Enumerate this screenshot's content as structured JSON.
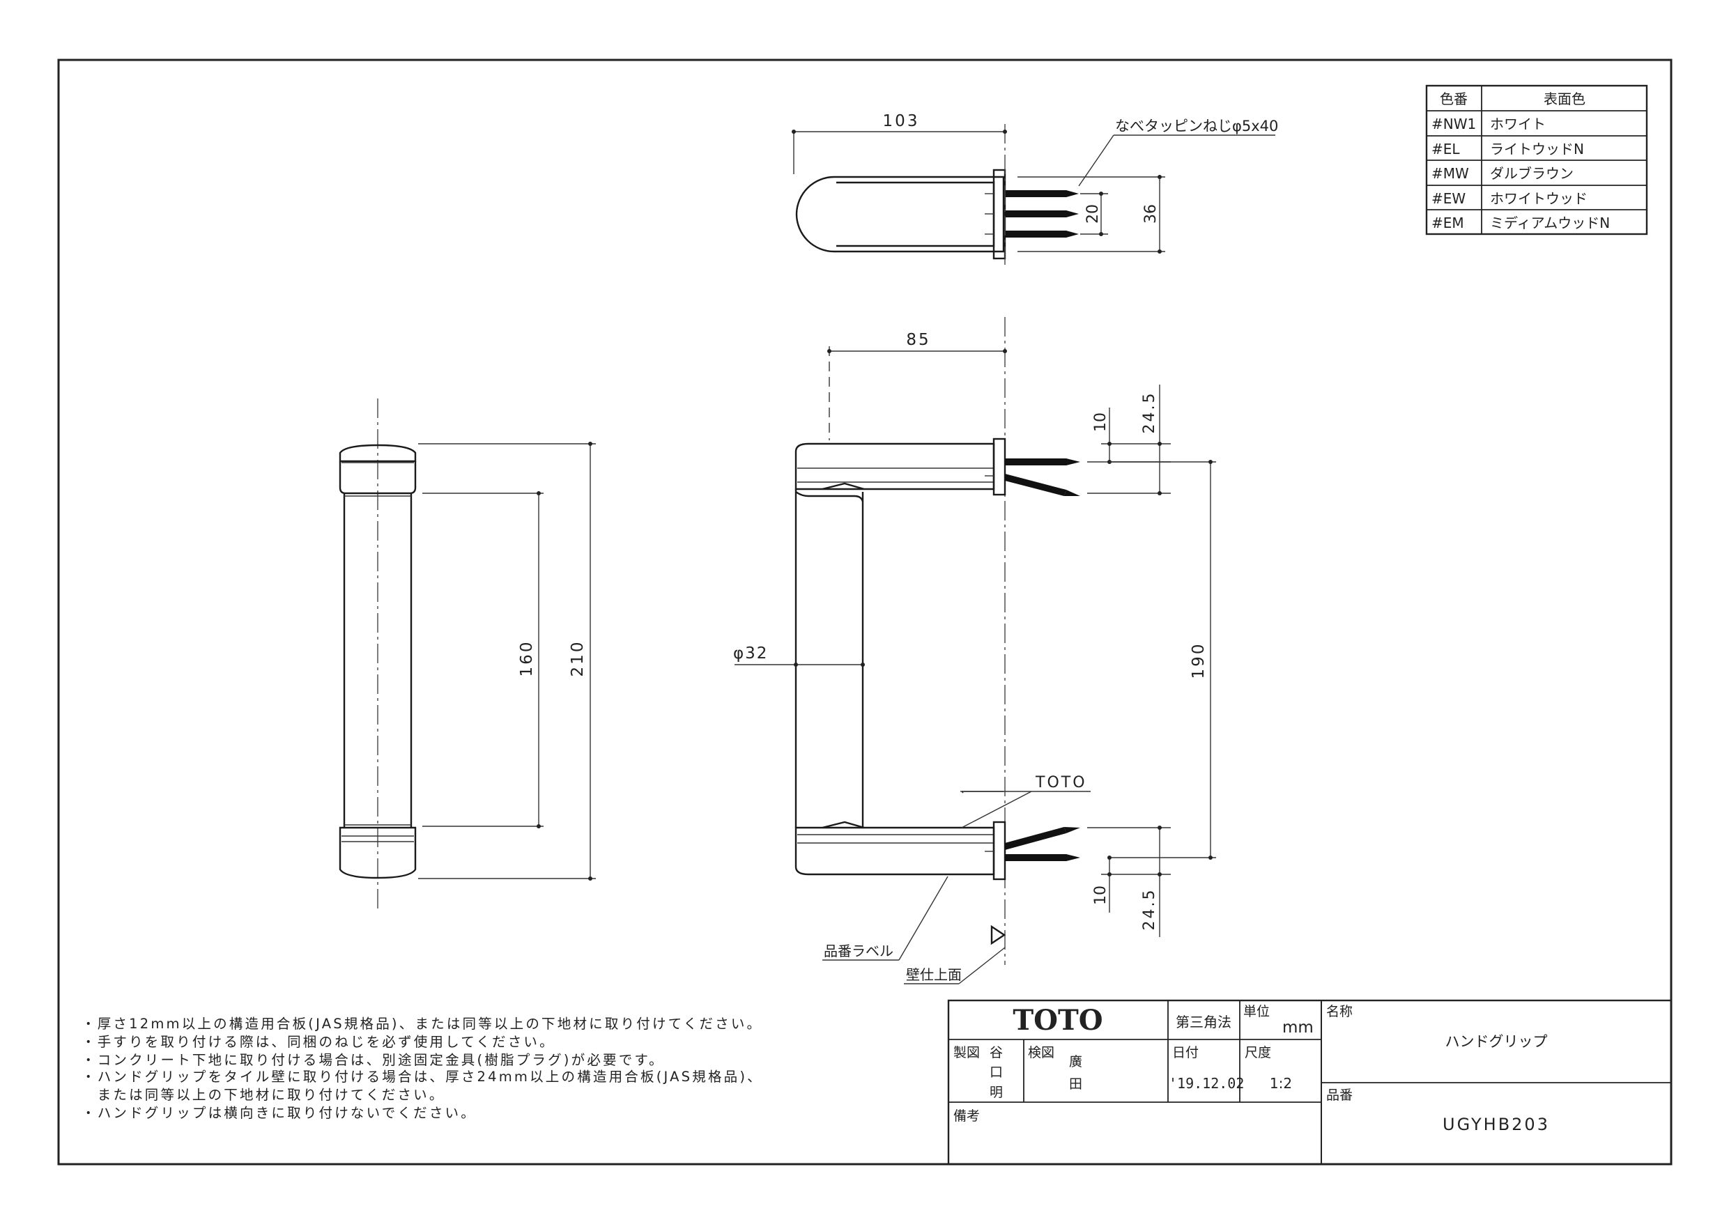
{
  "color_table": {
    "header_code": "色番",
    "header_name": "表面色",
    "rows": [
      {
        "code": "#NW1",
        "name": "ホワイト"
      },
      {
        "code": "#EL",
        "name": "ライトウッドN"
      },
      {
        "code": "#MW",
        "name": "ダルブラウン"
      },
      {
        "code": "#EW",
        "name": "ホワイトウッド"
      },
      {
        "code": "#EM",
        "name": "ミディアムウッドN"
      }
    ]
  },
  "dimensions": {
    "top_length": "103",
    "screw_callout": "なべタッピンねじφ5x40",
    "screw_pitch": "20",
    "base_width": "36",
    "side_depth": "85",
    "upper_offset_10": "10",
    "upper_offset_245": "24.5",
    "lower_offset_10": "10",
    "lower_offset_245": "24.5",
    "mount_pitch": "190",
    "diameter": "φ32",
    "front_inner": "160",
    "front_overall": "210"
  },
  "labels": {
    "brand_mark": "TOTO",
    "product_label": "品番ラベル",
    "wall_finish": "壁仕上面"
  },
  "notes": [
    "・厚さ12mm以上の構造用合板(JAS規格品)、または同等以上の下地材に取り付けてください。",
    "・手すりを取り付ける際は、同梱のねじを必ず使用してください。",
    "・コンクリート下地に取り付ける場合は、別途固定金具(樹脂プラグ)が必要です。",
    "・ハンドグリップをタイル壁に取り付ける場合は、厚さ24mm以上の構造用合板(JAS規格品)、",
    "　または同等以上の下地材に取り付けてください。",
    "・ハンドグリップは横向きに取り付けないでください。"
  ],
  "title_block": {
    "logo": "TOTO",
    "projection": "第三角法",
    "unit_label": "単位",
    "unit_value": "mm",
    "name_label": "名称",
    "name_value": "ハンドグリップ",
    "drawn_label": "製図",
    "drawn_by": [
      "谷",
      "口",
      "明"
    ],
    "checked_label": "検図",
    "checked_by": [
      "廣",
      "田"
    ],
    "date_label": "日付",
    "date_value": "'19.12.02",
    "scale_label": "尺度",
    "scale_value": "1:2",
    "part_no_label": "品番",
    "part_no_value": "UGYHB203",
    "remarks_label": "備考"
  }
}
